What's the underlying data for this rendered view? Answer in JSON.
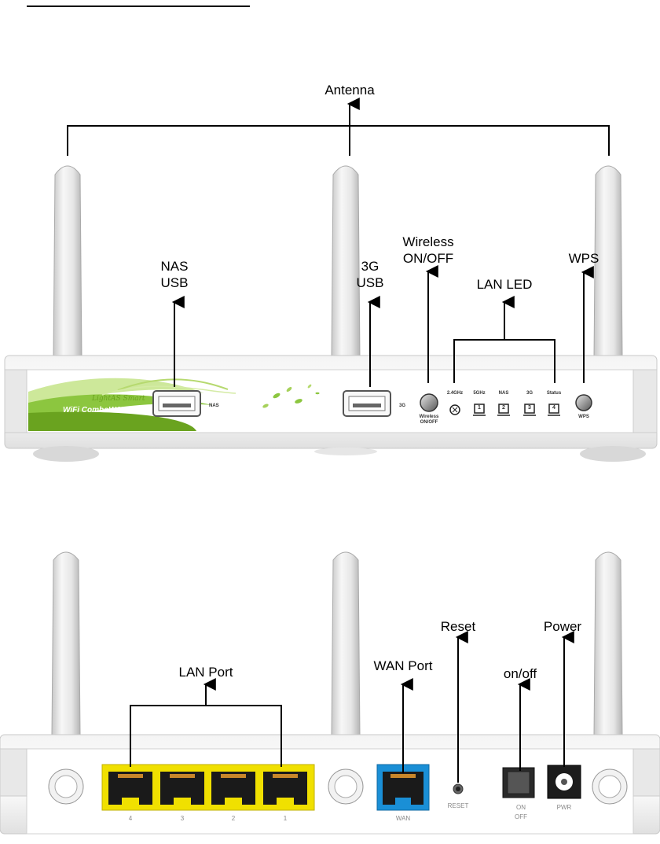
{
  "front": {
    "callouts": {
      "antenna": "Antenna",
      "nas_usb": "NAS\nUSB",
      "g3_usb": "3G\nUSB",
      "wireless": "Wireless\nON/OFF",
      "lan_led": "LAN LED",
      "wps": "WPS"
    },
    "panel": {
      "brand_script": "LightAS Smart",
      "brand_title": "WiFi ComboWAN RG",
      "nas_label": "NAS",
      "g3_label": "3G",
      "wireless_btn_label": "Wireless\nON/OFF",
      "wps_btn_label": "WPS",
      "led_labels": [
        "2.4GHz",
        "5GHz",
        "NAS",
        "3G",
        "Status"
      ],
      "led_numbers": [
        "1",
        "2",
        "3",
        "4"
      ]
    }
  },
  "back": {
    "callouts": {
      "lan_port": "LAN Port",
      "wan_port": "WAN Port",
      "reset": "Reset",
      "onoff": "on/off",
      "power": "Power"
    },
    "panel": {
      "lan_numbers": [
        "4",
        "3",
        "2",
        "1"
      ],
      "wan_label": "WAN",
      "reset_label": "RESET",
      "switch_on": "ON",
      "switch_off": "OFF",
      "pwr_label": "PWR"
    }
  },
  "colors": {
    "lan_panel": "#f0e000",
    "wan_panel": "#1a8fd6",
    "leaf_green": "#8cc63f",
    "brand_green": "#6aa31f"
  }
}
